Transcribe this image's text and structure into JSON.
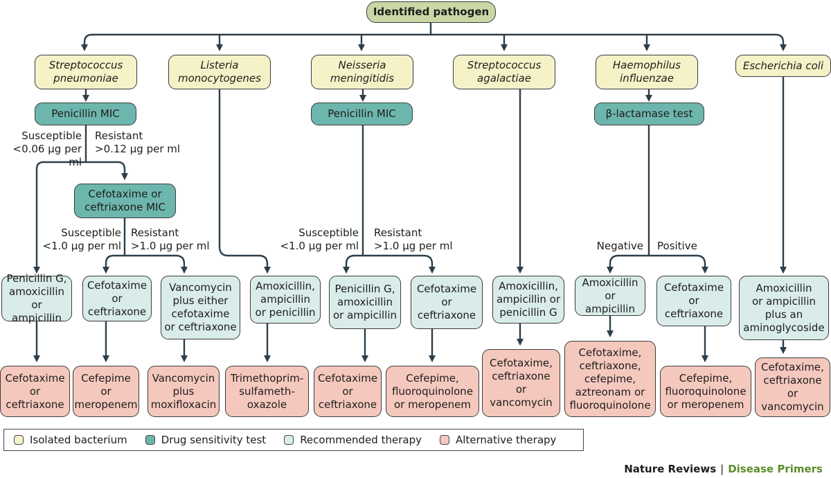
{
  "diagram": {
    "root": "Identified pathogen",
    "pathogens": {
      "s_pneumoniae": "Streptococcus\npneumoniae",
      "listeria": "Listeria\nmonocytogenes",
      "neisseria": "Neisseria\nmeningitidis",
      "s_agalactiae": "Streptococcus\nagalactiae",
      "haemophilus": "Haemophilus\ninfluenzae",
      "ecoli": "Escherichia coli"
    },
    "tests": {
      "penicillin_mic_1": "Penicillin MIC",
      "cefotaxime_mic": "Cefotaxime or\nceftriaxone MIC",
      "penicillin_mic_2": "Penicillin MIC",
      "beta_lactamase": "β-lactamase test"
    },
    "branch_labels": {
      "sp_susceptible": "Susceptible\n<0.06 µg per ml",
      "sp_resistant": "Resistant\n>0.12 µg per ml",
      "cef_susceptible": "Susceptible\n<1.0 µg per ml",
      "cef_resistant": "Resistant\n>1.0 µg per ml",
      "nm_susceptible": "Susceptible\n<1.0 µg per ml",
      "nm_resistant": "Resistant\n>1.0 µg per ml",
      "hi_negative": "Negative",
      "hi_positive": "Positive"
    },
    "recommended": {
      "r1": "Penicillin G,\namoxicillin\nor ampicillin",
      "r2": "Cefotaxime\nor\nceftriaxone",
      "r3": "Vancomycin\nplus either\ncefotaxime\nor ceftriaxone",
      "r4": "Amoxicillin,\nampicillin\nor penicillin",
      "r5": "Penicillin G,\namoxicillin\nor ampicillin",
      "r6": "Cefotaxime\nor\nceftriaxone",
      "r7": "Amoxicillin,\nampicillin or\npenicillin G",
      "r8": "Amoxicillin\nor ampicillin",
      "r9": "Cefotaxime\nor\nceftriaxone",
      "r10": "Amoxicillin\nor ampicillin\nplus an\naminoglycoside"
    },
    "alternative": {
      "a1": "Cefotaxime\nor\nceftriaxone",
      "a2": "Cefepime\nor\nmeropenem",
      "a3": "Vancomycin\nplus\nmoxifloxacin",
      "a4": "Trimethoprim-\nsulfameth-\noxazole",
      "a5": "Cefotaxime\nor\nceftriaxone",
      "a6": "Cefepime,\nfluoroquinolone\nor meropenem",
      "a7": "Cefotaxime,\nceftriaxone\nor\nvancomycin",
      "a8": "Cefotaxime,\nceftriaxone,\ncefepime,\naztreonam or\nfluoroquinolone",
      "a9": "Cefepime,\nfluoroquinolone\nor meropenem",
      "a10": "Cefotaxime,\nceftriaxone\nor\nvancomycin"
    }
  },
  "legend": {
    "isolated": "Isolated bacterium",
    "sensitivity": "Drug sensitivity test",
    "recommended": "Recommended therapy",
    "alternative": "Alternative therapy"
  },
  "footer": {
    "journal": "Nature Reviews",
    "separator": "|",
    "section": "Disease Primers"
  },
  "colors": {
    "pathogen": "#f6f2c8",
    "test": "#6db6ad",
    "recommended": "#d9ecea",
    "alternative": "#f5c8be",
    "root": "#cad8a7",
    "footer_accent": "#5d8c2b"
  }
}
